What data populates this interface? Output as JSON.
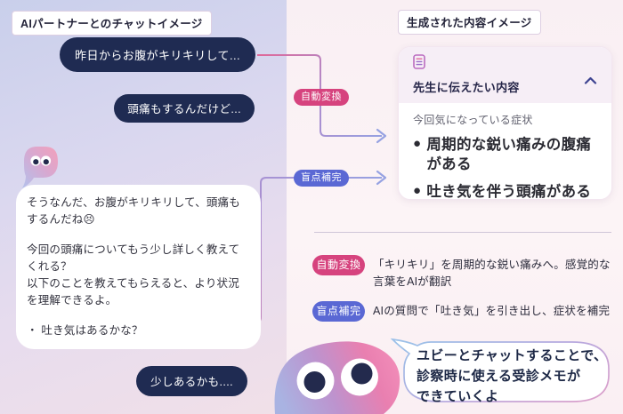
{
  "left_panel": {
    "label": "AIパートナーとのチャットイメージ",
    "user_messages": [
      "昨日からお腹がキリキリして...",
      "頭痛もするんだけど...",
      "少しあるかも...."
    ],
    "ai_message": {
      "greeting": "そうなんだ、お腹がキリキリして、頭痛もするんだね😣",
      "request": "今回の頭痛についてもう少し詳しく教えてくれる？\n以下のことを教えてもらえると、より状況を理解できるよ。",
      "question": "・ 吐き気はあるかな？"
    }
  },
  "flow_badges": {
    "auto": "自動変換",
    "blind": "盲点補完"
  },
  "right_panel": {
    "label": "生成された内容イメージ",
    "card": {
      "title": "先生に伝えたい内容",
      "section_label": "今回気になっている症状",
      "bullets": [
        "周期的な鋭い痛みの腹痛がある",
        "吐き気を伴う頭痛がある"
      ]
    },
    "explanations": [
      {
        "badge": "自動変換",
        "text": "「キリキリ」を周期的な鋭い痛みへ。感覚的な言葉をAIが翻訳"
      },
      {
        "badge": "盲点補完",
        "text": "AIの質問で「吐き気」を引き出し、症状を補完"
      }
    ],
    "mascot_speech": "ユビーとチャットすることで、\n診察時に使える受診メモが\nできていくよ"
  },
  "colors": {
    "navy_bubble": "#1f2b52",
    "auto_badge_pink": "#d6437e",
    "blind_badge_blue": "#5a68d4",
    "connector_pink": "#e06898",
    "connector_periwinkle": "#96a2e2",
    "card_header_bg": "#f6eef6",
    "chevron_navy": "#3c4290",
    "left_bg_top": "#c9cfeb",
    "left_bg_bottom": "#f1e0e8",
    "right_bg": "#faf1f4",
    "mascot_blue": "#a9b3e2",
    "mascot_pink": "#f18cb8"
  }
}
